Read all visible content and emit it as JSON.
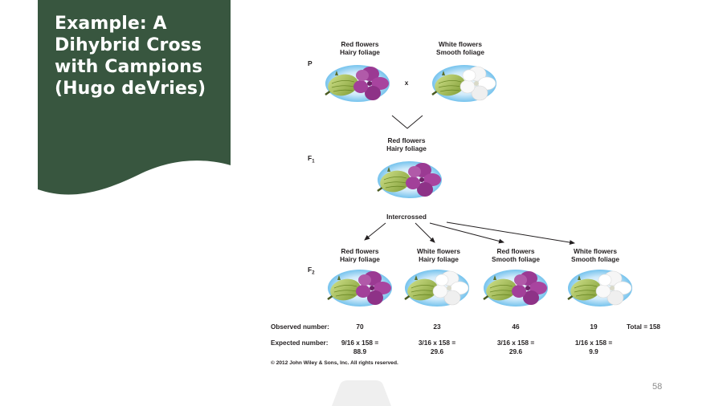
{
  "slide": {
    "title": "Example: A Dihybrid Cross with Campions (Hugo deVries)",
    "page_number": "58"
  },
  "colors": {
    "panel_bg": "#38563f",
    "petal_red": "#9b3a93",
    "petal_white": "#f4f4f4",
    "calyx_green": "#a9c45a",
    "sky_blue": "#8fd0f2"
  },
  "figure": {
    "generations": {
      "p": "P",
      "f1": "F",
      "f1_sub": "1",
      "f2": "F",
      "f2_sub": "2"
    },
    "p_parent_left": {
      "line1": "Red flowers",
      "line2": "Hairy foliage"
    },
    "p_parent_right": {
      "line1": "White flowers",
      "line2": "Smooth foliage"
    },
    "cross_symbol": "x",
    "f1_plant": {
      "line1": "Red flowers",
      "line2": "Hairy foliage"
    },
    "intercrossed_label": "Intercrossed",
    "f2_classes": [
      {
        "line1": "Red flowers",
        "line2": "Hairy foliage",
        "observed": "70",
        "formula": "9/16 x 158 =",
        "expected": "88.9"
      },
      {
        "line1": "White flowers",
        "line2": "Hairy foliage",
        "observed": "23",
        "formula": "3/16 x 158 =",
        "expected": "29.6"
      },
      {
        "line1": "Red flowers",
        "line2": "Smooth foliage",
        "observed": "46",
        "formula": "3/16 x 158 =",
        "expected": "29.6"
      },
      {
        "line1": "White flowers",
        "line2": "Smooth foliage",
        "observed": "19",
        "formula": "1/16 x 158 =",
        "expected": "9.9"
      }
    ],
    "observed_label": "Observed number:",
    "expected_label": "Expected number:",
    "total_label": "Total = 158",
    "copyright": "© 2012 John Wiley & Sons, Inc. All rights reserved."
  }
}
